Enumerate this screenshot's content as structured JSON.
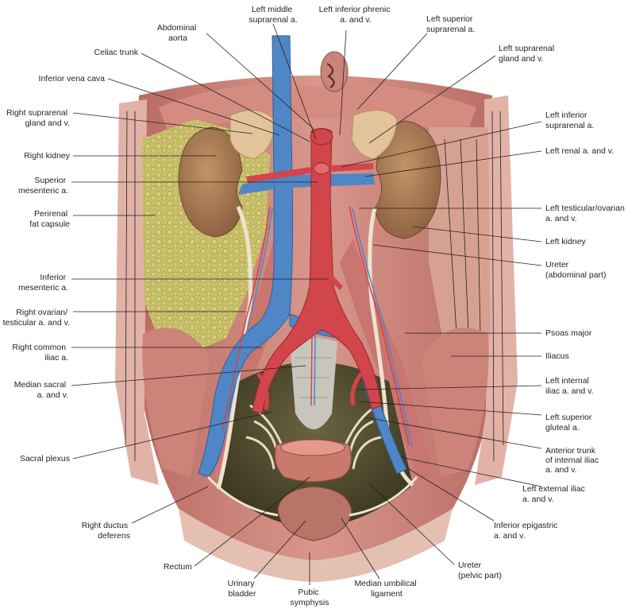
{
  "labels": {
    "left_middle_suprarenal": [
      "Left middle",
      "suprarenal a."
    ],
    "left_inferior_phrenic": [
      "Left inferior phrenic",
      "a. and v."
    ],
    "left_superior_suprarenal": [
      "Left superior",
      "suprarenal a."
    ],
    "abdominal_aorta": [
      "Abdominal",
      "aorta"
    ],
    "celiac_trunk": [
      "Celiac trunk"
    ],
    "left_suprarenal_gland": [
      "Left suprarenal",
      "gland and v."
    ],
    "inferior_vena_cava": [
      "Inferior vena cava"
    ],
    "right_suprarenal_gland": [
      "Right suprarenal",
      "gland and v."
    ],
    "left_inferior_suprarenal": [
      "Left inferior",
      "suprarenal a."
    ],
    "right_kidney": [
      "Right kidney"
    ],
    "left_renal": [
      "Left renal a. and v."
    ],
    "superior_mesenteric": [
      "Superior",
      "mesenteric a."
    ],
    "perirenal_fat": [
      "Perirenal",
      "fat capsule"
    ],
    "left_testicular_ovarian": [
      "Left testicular/ovarian",
      "a. and v."
    ],
    "left_kidney": [
      "Left kidney"
    ],
    "ureter_abdominal": [
      "Ureter",
      "(abdominal part)"
    ],
    "inferior_mesenteric": [
      "Inferior",
      "mesenteric a."
    ],
    "right_ovarian_testicular": [
      "Right ovarian/",
      "testicular a. and v."
    ],
    "psoas_major": [
      "Psoas major"
    ],
    "right_common_iliac": [
      "Right common",
      "iliac a."
    ],
    "iliacus": [
      "Iliacus"
    ],
    "median_sacral": [
      "Median sacral",
      "a. and v."
    ],
    "left_internal_iliac": [
      "Left internal",
      "iliac a. and v."
    ],
    "left_superior_gluteal": [
      "Left superior",
      "gluteal a."
    ],
    "sacral_plexus": [
      "Sacral plexus"
    ],
    "anterior_trunk": [
      "Anterior trunk",
      "of internal iliac",
      "a. and v."
    ],
    "left_external_iliac": [
      "Left external iliac",
      "a. and v."
    ],
    "right_ductus_deferens": [
      "Right ductus",
      "deferens"
    ],
    "inferior_epigastric": [
      "Inferior epigastric",
      "a. and v."
    ],
    "rectum": [
      "Rectum"
    ],
    "ureter_pelvic": [
      "Ureter",
      "(pelvic part)"
    ],
    "urinary_bladder": [
      "Urinary",
      "bladder"
    ],
    "median_umbilical": [
      "Median umbilical",
      "ligament"
    ],
    "pubic_symphysis": [
      "Pubic",
      "symphysis"
    ]
  },
  "colors": {
    "artery": "#d2454a",
    "vein": "#4f86c6",
    "muscle": "#c9807a",
    "fat": "#c9c06b",
    "kidney": "#a7794f",
    "ureter": "#ede3cf",
    "pelvis": "#4f4a2e",
    "ink": "#231f20"
  }
}
